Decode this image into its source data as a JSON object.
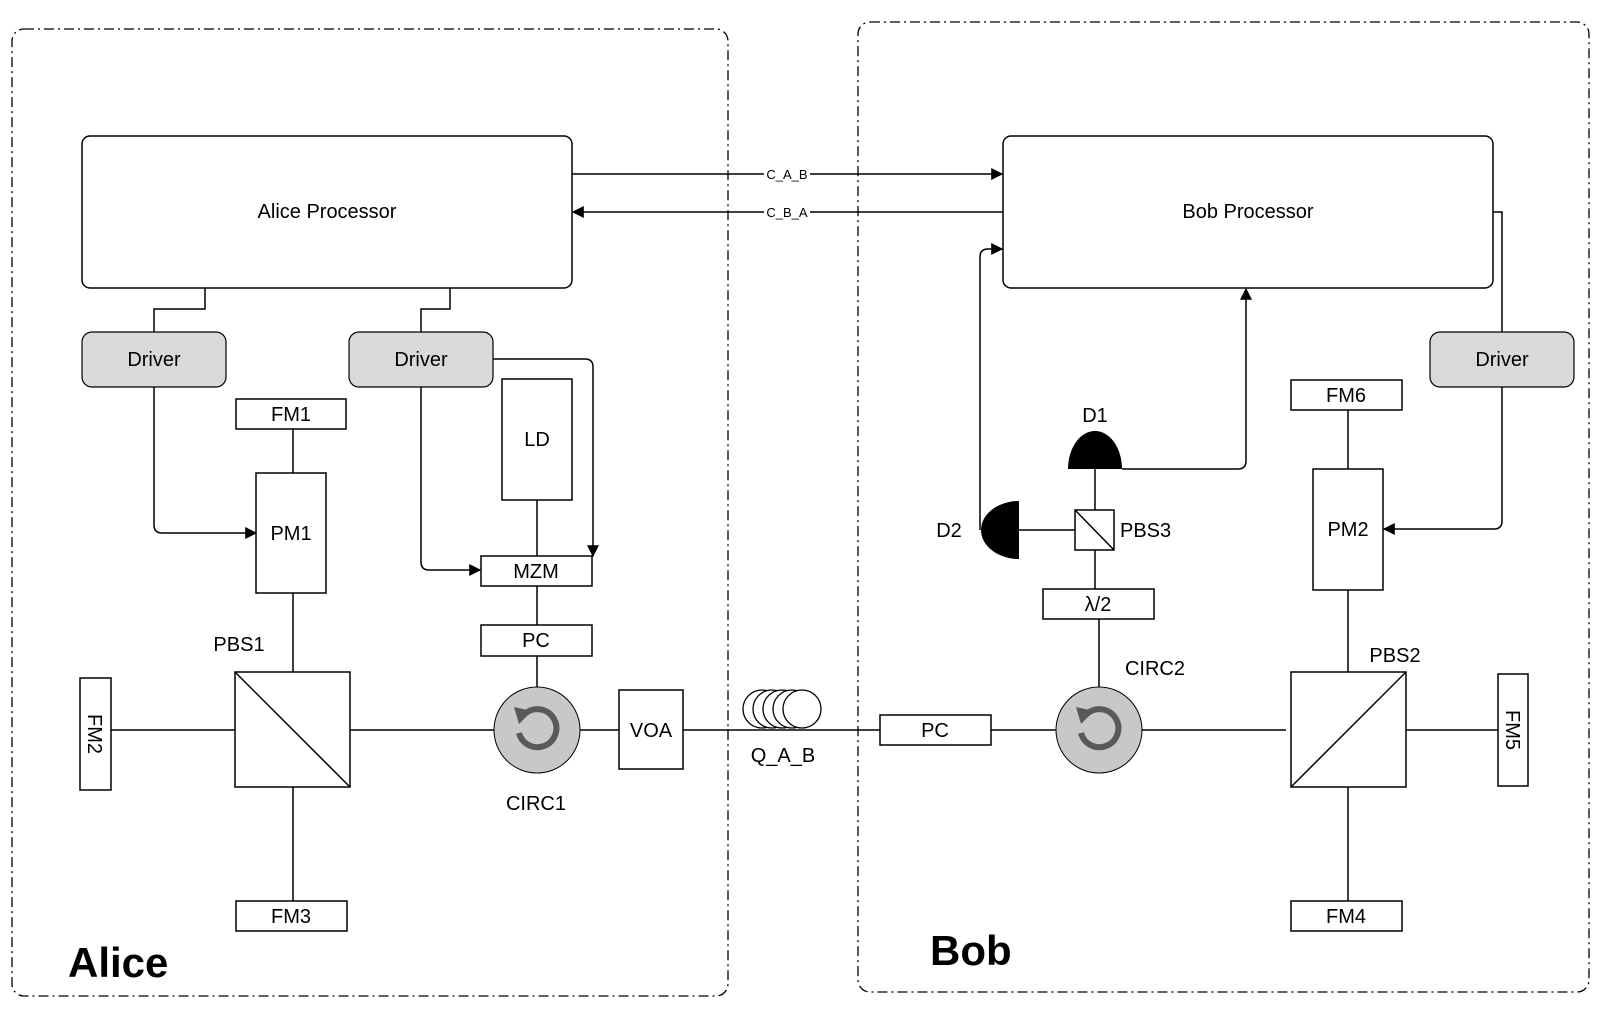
{
  "parties": {
    "alice": "Alice",
    "bob": "Bob"
  },
  "processors": {
    "alice": "Alice Processor",
    "bob": "Bob Processor"
  },
  "channels": {
    "c_a_b": "C_A_B",
    "c_b_a": "C_B_A",
    "q_a_b": "Q_A_B"
  },
  "alice": {
    "driver_1": "Driver",
    "driver_2": "Driver",
    "fm1": "FM1",
    "fm2": "FM2",
    "fm3": "FM3",
    "pm1": "PM1",
    "pbs1": "PBS1",
    "ld": "LD",
    "mzm": "MZM",
    "pc": "PC",
    "circ1": "CIRC1",
    "voa": "VOA"
  },
  "bob": {
    "driver": "Driver",
    "fm4": "FM4",
    "fm5": "FM5",
    "fm6": "FM6",
    "pm2": "PM2",
    "pbs2": "PBS2",
    "pbs3": "PBS3",
    "d1": "D1",
    "d2": "D2",
    "half_wave": "λ/2",
    "circ2": "CIRC2",
    "pc": "PC"
  }
}
